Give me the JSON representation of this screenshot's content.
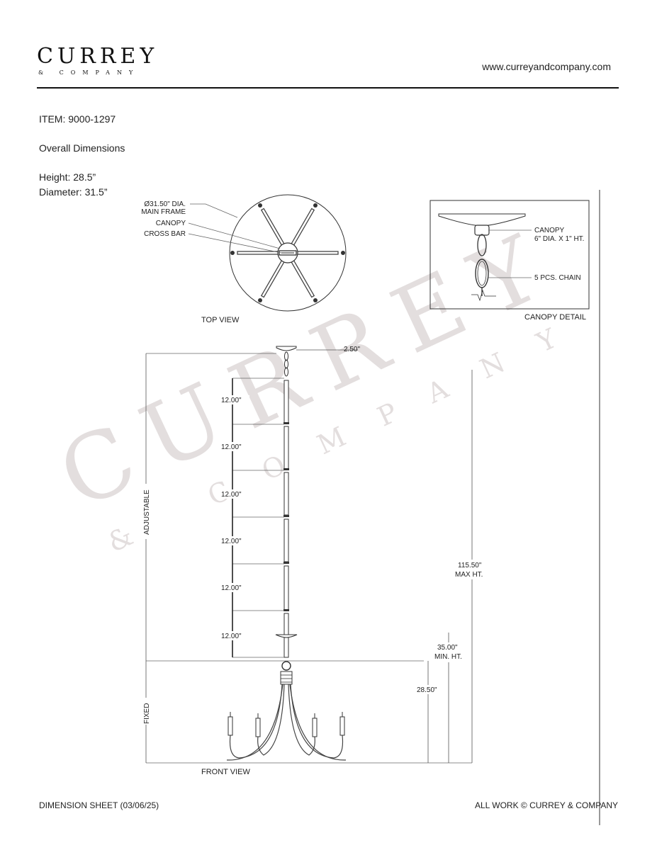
{
  "header": {
    "brand_main": "CURREY",
    "brand_sub": "& COMPANY",
    "website": "www.curreyandcompany.com"
  },
  "item": {
    "item_line": "ITEM: 9000-1297",
    "section_title": "Overall Dimensions",
    "height_line": "Height: 28.5”",
    "diameter_line": "Diameter: 31.5”"
  },
  "top_view": {
    "title": "TOP VIEW",
    "label_dia_1": "Ø31.50\" DIA.",
    "label_dia_2": "MAIN FRAME",
    "label_canopy": "CANOPY",
    "label_crossbar": "CROSS BAR"
  },
  "canopy_detail": {
    "title": "CANOPY DETAIL",
    "label_canopy_1": "CANOPY",
    "label_canopy_2": "6\" DIA. X 1\" HT.",
    "label_chain": "5 PCS. CHAIN"
  },
  "front_view": {
    "title": "FRONT VIEW",
    "canopy_width": "2.50\"",
    "segment_labels": [
      "12.00\"",
      "12.00\"",
      "12.00\"",
      "12.00\"",
      "12.00\"",
      "12.00\""
    ],
    "adjustable": "ADJUSTABLE",
    "fixed": "FIXED",
    "max_1": "115.50\"",
    "max_2": "MAX HT.",
    "min_1": "35.00\"",
    "min_2": "MIN. HT.",
    "body_height": "28.50\""
  },
  "watermark": {
    "main": "CURREY",
    "sub": "& COMPANY"
  },
  "footer": {
    "left": "DIMENSION SHEET (03/06/25)",
    "right": "ALL WORK © CURREY & COMPANY"
  }
}
